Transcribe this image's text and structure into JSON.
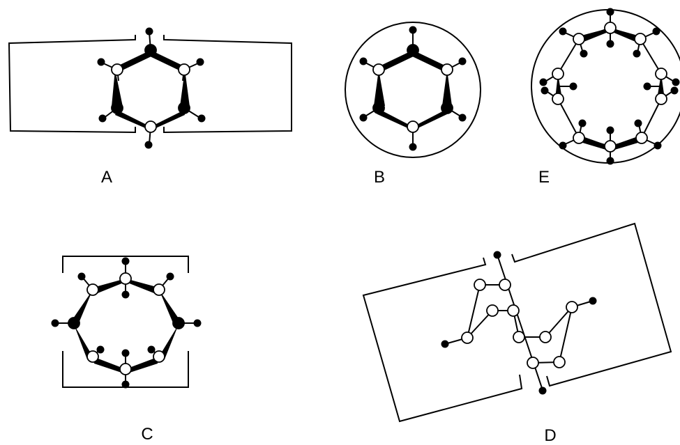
{
  "panels": [
    {
      "id": "A",
      "label": "A"
    },
    {
      "id": "B",
      "label": "B"
    },
    {
      "id": "E",
      "label": "E"
    },
    {
      "id": "C",
      "label": "C"
    },
    {
      "id": "D",
      "label": "D"
    }
  ],
  "colors": {
    "ink": "#000000",
    "background": "#ffffff",
    "open_atom": "#ffffff"
  }
}
